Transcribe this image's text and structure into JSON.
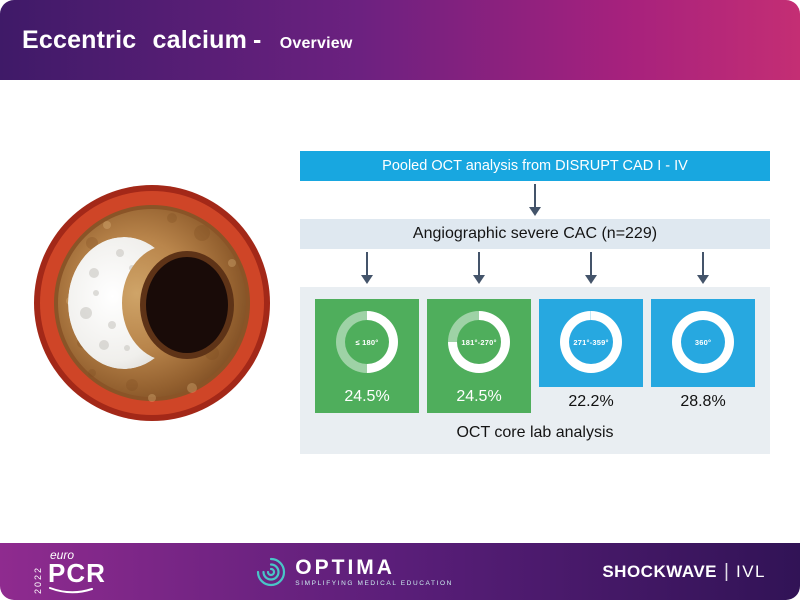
{
  "header": {
    "title_main": "Eccentric calcium",
    "title_dash": "-",
    "title_sub": "Overview"
  },
  "flow": {
    "top_banner": "Pooled OCT analysis from DISRUPT CAD I - IV",
    "mid_banner": "Angiographic severe CAC (n=229)",
    "bottom_label": "OCT core lab analysis",
    "boxes": [
      {
        "angle_label": "≤ 180°",
        "angle_deg": 180,
        "percent": "24.5%",
        "color": "#4fae5c",
        "style": "green"
      },
      {
        "angle_label": "181°-270°",
        "angle_deg": 270,
        "percent": "24.5%",
        "color": "#4fae5c",
        "style": "green"
      },
      {
        "angle_label": "271°-359°",
        "angle_deg": 359,
        "percent": "22.2%",
        "color": "#27a8e0",
        "style": "blue"
      },
      {
        "angle_label": "360°",
        "angle_deg": 360,
        "percent": "28.8%",
        "color": "#27a8e0",
        "style": "blue"
      }
    ]
  },
  "chart_data": {
    "type": "pie",
    "title": "Angiographic severe CAC (n=229)",
    "categories": [
      "≤ 180°",
      "181°-270°",
      "271°-359°",
      "360°"
    ],
    "values": [
      24.5,
      24.5,
      22.2,
      28.8
    ],
    "unit": "%",
    "note": "OCT core lab analysis"
  },
  "illustration": {
    "label": "artery-cross-section-with-eccentric-calcium"
  },
  "footer": {
    "europcr": {
      "year": "2022",
      "euro": "euro",
      "pcr": "PCR"
    },
    "optima": {
      "name": "OPTIMA",
      "tagline": "SIMPLIFYING MEDICAL EDUCATION"
    },
    "shockwave": {
      "brand": "SHOCKWAVE",
      "divider": "|",
      "suffix": "IVL"
    }
  },
  "colors": {
    "banner_blue": "#18a7e0",
    "panel_gray": "#e9eef2",
    "box_green": "#4fae5c",
    "box_blue": "#27a8e0",
    "arrow": "#44546a"
  }
}
